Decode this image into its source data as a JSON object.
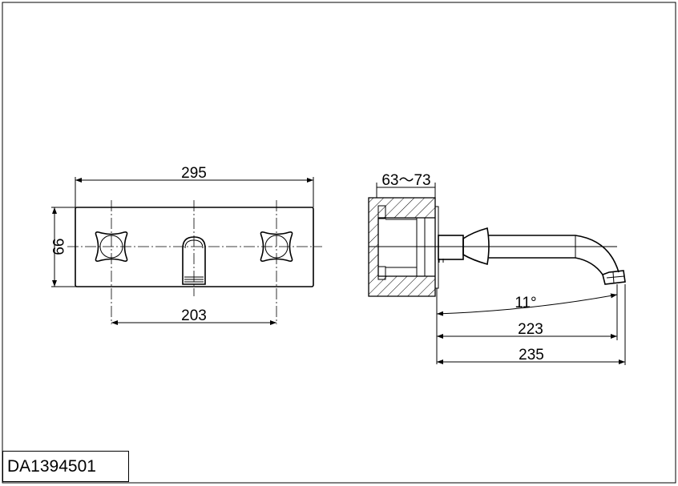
{
  "drawing_number": "DA1394501",
  "front_view": {
    "width_dim": "295",
    "height_dim": "99",
    "handle_spacing_dim": "203"
  },
  "side_view": {
    "wall_depth_dim": "63～73",
    "angle_dim": "11°",
    "outlet_reach_dim": "223",
    "total_reach_dim": "235"
  }
}
